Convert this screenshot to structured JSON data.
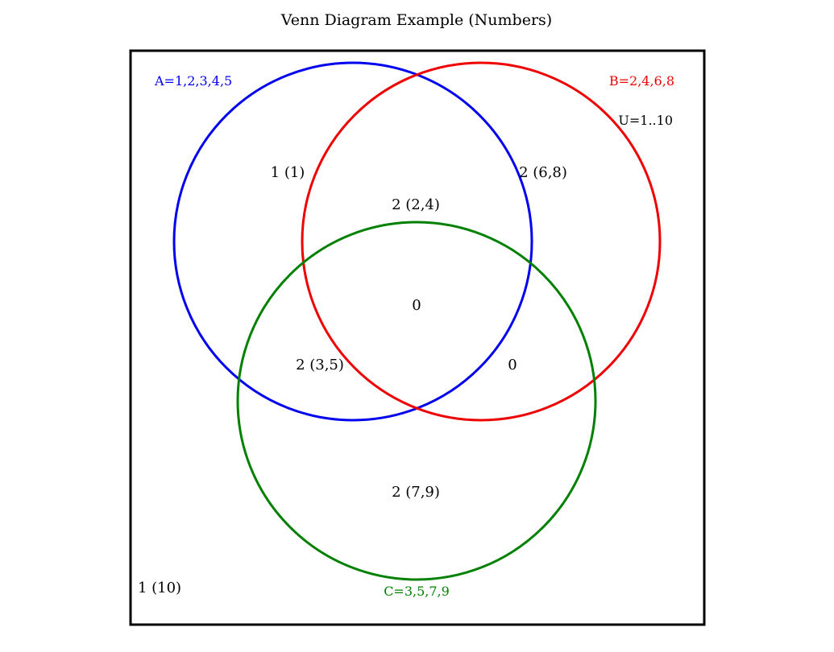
{
  "title": "Venn Diagram Example (Numbers)",
  "universe": {
    "label": "U=1..10",
    "outside_label": "1 (10)"
  },
  "sets": [
    {
      "id": "A",
      "label": "A=1,2,3,4,5",
      "color": "#0000ee"
    },
    {
      "id": "B",
      "label": "B=2,4,6,8",
      "color": "#ee0000"
    },
    {
      "id": "C",
      "label": "C=3,5,7,9",
      "color": "#008000"
    }
  ],
  "regions": {
    "a_only": "1 (1)",
    "b_only": "2 (6,8)",
    "c_only": "2 (7,9)",
    "ab_only": "2 (2,4)",
    "ac_only": "2 (3,5)",
    "bc_only": "0",
    "abc": "0"
  }
}
